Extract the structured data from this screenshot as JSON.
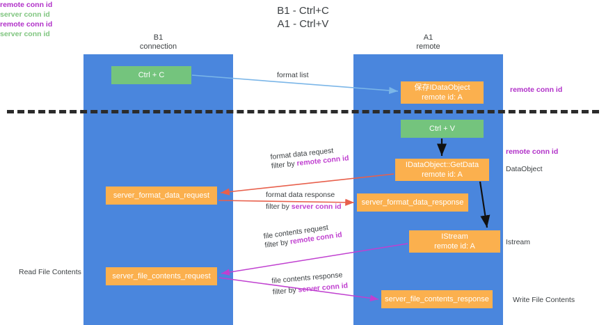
{
  "title": {
    "line1": "B1 - Ctrl+C",
    "line2": "A1 - Ctrl+V"
  },
  "lanes": [
    {
      "id": "b1",
      "name": "B1",
      "role": "connection",
      "color": "#4a86dd"
    },
    {
      "id": "a1",
      "name": "A1",
      "role": "remote",
      "color": "#4a86dd"
    }
  ],
  "colors": {
    "lane": "#4a86dd",
    "green_node": "#74c47d",
    "orange_node": "#fbb04e",
    "remote_conn_id": "#c040d0",
    "server_conn_id": "#7fc57f",
    "divider": "#2b2b2b",
    "arrow_format_list": "#7bb6e8",
    "arrow_format_data": "#e8604c",
    "arrow_file_contents": "#c040d0",
    "arrow_black": "#111111"
  },
  "nodes": {
    "ctrl_c": {
      "label": "Ctrl + C",
      "type": "green"
    },
    "save_idataobject": {
      "line1": "保存IDataObject",
      "line2": "remote id: A",
      "type": "orange"
    },
    "ctrl_v": {
      "label": "Ctrl + V",
      "type": "green"
    },
    "getdata": {
      "line1": "IDataObject::GetData",
      "line2": "remote id: A",
      "type": "orange"
    },
    "server_format_data_request": {
      "label": "server_format_data_request",
      "type": "orange"
    },
    "server_format_data_response": {
      "label": "server_format_data_response",
      "type": "orange"
    },
    "istream": {
      "line1": "IStream",
      "line2": "remote id: A",
      "type": "orange"
    },
    "server_file_contents_request": {
      "label": "server_file_contents_request",
      "type": "orange"
    },
    "server_file_contents_response": {
      "label": "server_file_contents_response",
      "type": "orange"
    }
  },
  "edge_labels": {
    "format_list": {
      "line1": "format list"
    },
    "format_data_request": {
      "line1": "format data request",
      "line2_prefix": "filter by ",
      "line2_key": "remote conn id"
    },
    "format_data_response": {
      "line1": "format data response",
      "line2_prefix": "filter by ",
      "line2_key": "server conn id"
    },
    "file_contents_request": {
      "line1": "file contents request",
      "line2_prefix": "filter by ",
      "line2_key": "remote conn id"
    },
    "file_contents_response": {
      "line1": "file contents response",
      "line2_prefix": "filter by ",
      "line2_key": "server conn id"
    }
  },
  "side_labels": {
    "remote_conn_id_top": "remote conn id",
    "remote_conn_id_mid": "remote conn id",
    "dataobject": "DataObject",
    "istream": "Istream",
    "write_file_contents": "Write File Contents",
    "read_file_contents": "Read File Contents",
    "left_remote_conn_id_mid": "remote conn id",
    "left_server_conn_id_mid": "server conn id",
    "left_remote_conn_id_bot": "remote conn id",
    "left_server_conn_id_bot": "server conn id"
  }
}
